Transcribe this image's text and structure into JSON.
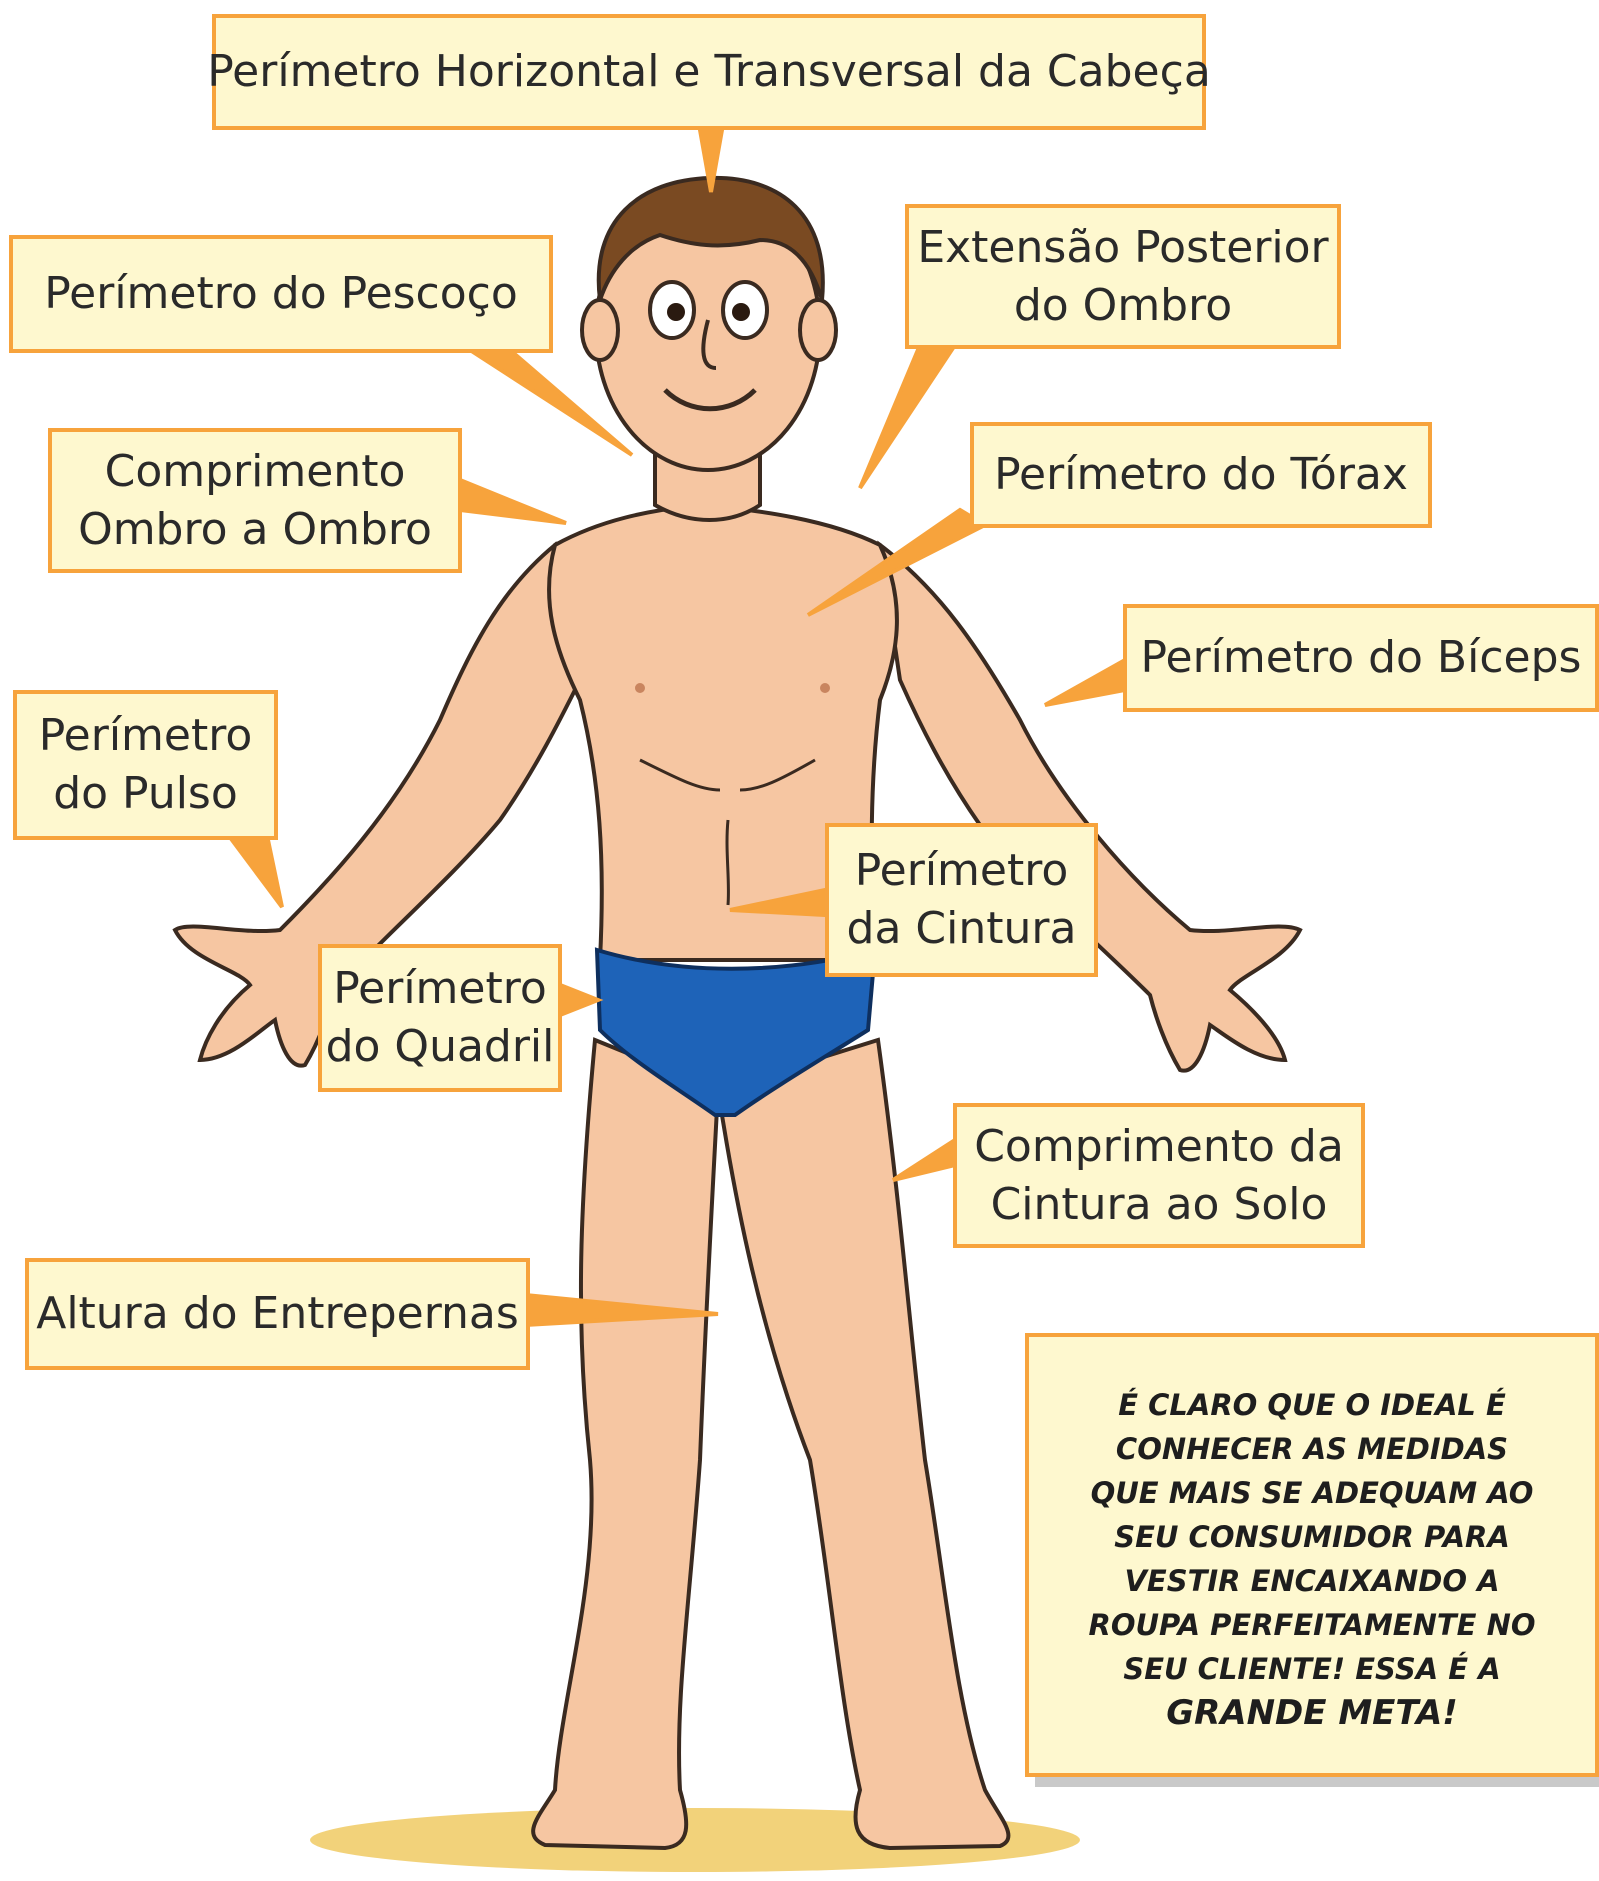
{
  "labels": {
    "cabeca": "Perímetro Horizontal e Transversal da Cabeça",
    "pescoco": "Perímetro do Pescoço",
    "ombro_posterior": [
      "Extensão Posterior",
      "do Ombro"
    ],
    "ombro_a_ombro": [
      "Comprimento",
      "Ombro a Ombro"
    ],
    "torax": "Perímetro do Tórax",
    "biceps": "Perímetro do Bíceps",
    "pulso": [
      "Perímetro",
      "do Pulso"
    ],
    "cintura": [
      "Perímetro",
      "da Cintura"
    ],
    "quadril": [
      "Perímetro",
      "do Quadril"
    ],
    "cintura_solo": [
      "Comprimento da",
      "Cintura ao Solo"
    ],
    "entrepernas": "Altura do Entrepernas"
  },
  "note": {
    "lines": [
      "É CLARO QUE O IDEAL É",
      "CONHECER AS MEDIDAS",
      "QUE MAIS SE ADEQUAM AO",
      "SEU CONSUMIDOR PARA",
      "VESTIR ENCAIXANDO A",
      "ROUPA PERFEITAMENTE NO",
      "SEU CLIENTE! ESSA É A"
    ],
    "emphasis": "GRANDE META!"
  },
  "colors": {
    "box_fill": "#fef8cf",
    "box_border": "#f7a33c",
    "skin": "#f6c6a2",
    "hair": "#7a4a22",
    "briefs": "#1e63b8",
    "shadow": "#f2d27a"
  }
}
